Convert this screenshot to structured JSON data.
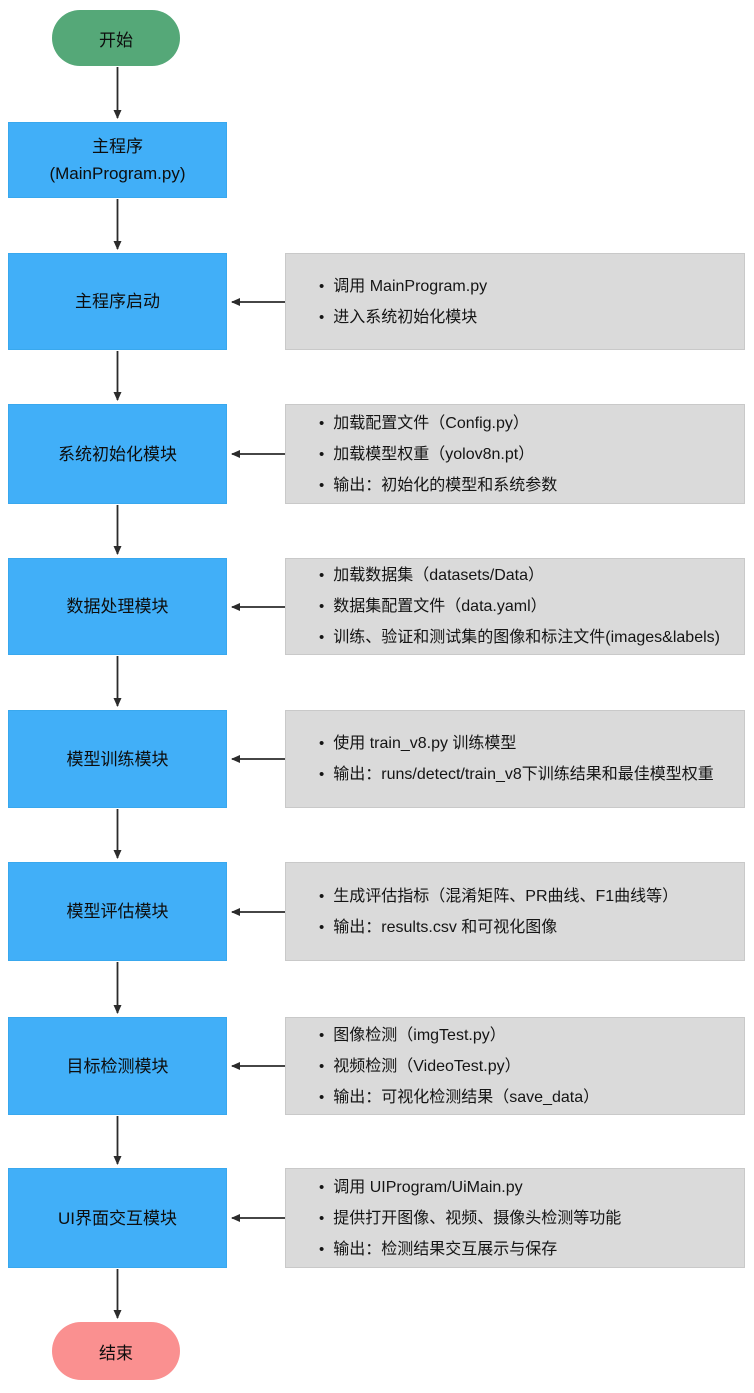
{
  "diagram": {
    "bullet": "•",
    "colors": {
      "process-fill": "#41AFF8",
      "process-border": "#39A8EE",
      "start-fill": "#55A878",
      "end-fill": "#FA9090",
      "note-fill": "#DADADA",
      "note-border": "#C9C9C9",
      "arrow": "#2B2B2B"
    },
    "start": {
      "label": "开始"
    },
    "end": {
      "label": "结束"
    },
    "nodes": [
      {
        "label": "主程序",
        "sublabel": "(MainProgram.py)"
      },
      {
        "label": "主程序启动",
        "notes": [
          "调用 MainProgram.py",
          "进入系统初始化模块"
        ]
      },
      {
        "label": "系统初始化模块",
        "notes": [
          "加载配置文件（Config.py）",
          "加载模型权重（yolov8n.pt）",
          "输出：初始化的模型和系统参数"
        ]
      },
      {
        "label": "数据处理模块",
        "notes": [
          "加载数据集（datasets/Data）",
          "数据集配置文件（data.yaml）",
          "训练、验证和测试集的图像和标注文件(images&labels)"
        ]
      },
      {
        "label": "模型训练模块",
        "notes": [
          "使用 train_v8.py 训练模型",
          "输出：runs/detect/train_v8下训练结果和最佳模型权重"
        ]
      },
      {
        "label": "模型评估模块",
        "notes": [
          "生成评估指标（混淆矩阵、PR曲线、F1曲线等）",
          "输出：results.csv 和可视化图像"
        ]
      },
      {
        "label": "目标检测模块",
        "notes": [
          "图像检测（imgTest.py）",
          "视频检测（VideoTest.py）",
          "输出：可视化检测结果（save_data）"
        ]
      },
      {
        "label": "UI界面交互模块",
        "notes": [
          "调用 UIProgram/UiMain.py",
          "提供打开图像、视频、摄像头检测等功能",
          "输出：检测结果交互展示与保存"
        ]
      }
    ]
  }
}
